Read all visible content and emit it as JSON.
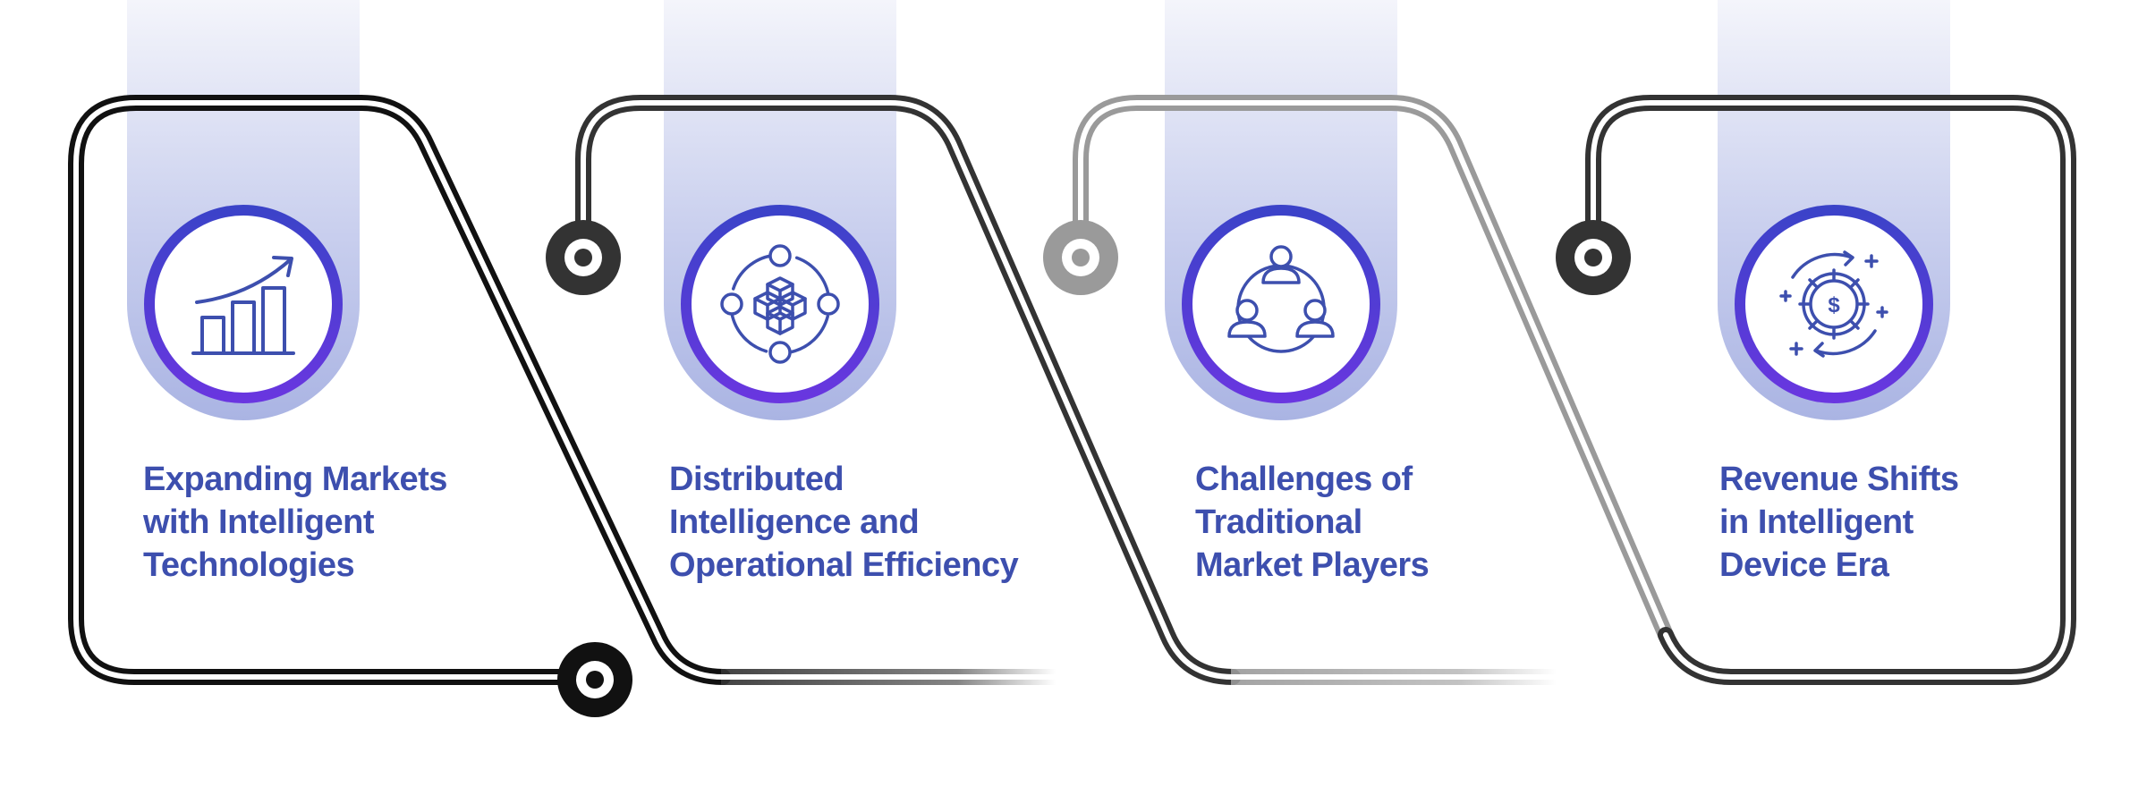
{
  "steps": [
    {
      "title_lines": [
        "Expanding Markets",
        "with Intelligent",
        "Technologies"
      ],
      "icon": "growth-chart-icon",
      "frame_color": "#111111"
    },
    {
      "title_lines": [
        "Distributed",
        "Intelligence and",
        "Operational Efficiency"
      ],
      "icon": "network-cubes-icon",
      "frame_color": "#333333"
    },
    {
      "title_lines": [
        "Challenges of",
        "Traditional",
        "Market Players"
      ],
      "icon": "team-network-icon",
      "frame_color": "#999999"
    },
    {
      "title_lines": [
        "Revenue Shifts",
        "in Intelligent",
        "Device Era"
      ],
      "icon": "gear-dollar-cycle-icon",
      "frame_color": "#333333"
    }
  ],
  "colors": {
    "title": "#3d4fae",
    "icon_stroke": "#3d4fae",
    "ring_outer": "#3a43c8",
    "ring_inner": "#6a36e0",
    "banner_top": "#f4f5fb",
    "banner_bottom": "#aab4e3"
  }
}
